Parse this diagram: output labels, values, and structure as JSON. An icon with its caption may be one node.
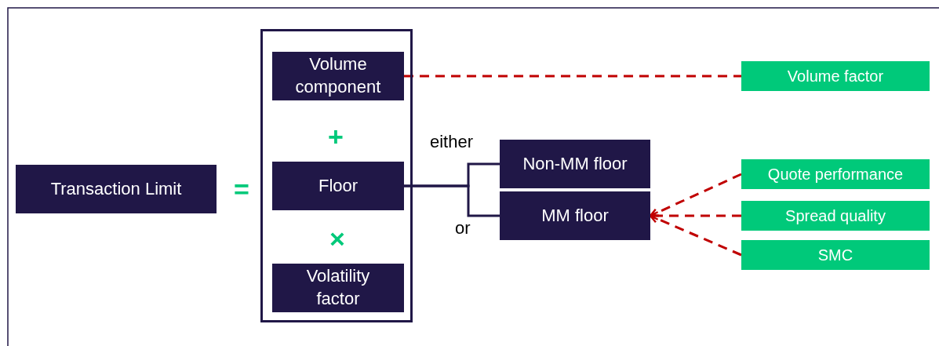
{
  "diagram": {
    "nodes": [
      {
        "text": [
          "Transaction Limit"
        ]
      },
      {
        "text": [],
        "shape": "box"
      },
      {
        "text": [
          "Volume component"
        ],
        "in": 1
      },
      {
        "text": [
          "Floor"
        ],
        "in": 1
      },
      {
        "text": [
          "Volatility factor"
        ],
        "in": 1
      },
      {
        "text": [
          "Non-MM floor"
        ]
      },
      {
        "text": [
          "MM floor"
        ]
      },
      {
        "text": [
          "Volume factor"
        ]
      },
      {
        "text": [
          "Quote performance"
        ]
      },
      {
        "text": [
          "Spread quality"
        ]
      },
      {
        "text": [
          "SMC"
        ]
      }
    ],
    "edges": [
      {
        "from": 2,
        "to": 7,
        "arrow": "none",
        "style": "dashed",
        "color": "#c00000"
      },
      {
        "from": 3,
        "to": 5,
        "arrow": "none",
        "label": "either",
        "color": "#201747"
      },
      {
        "from": 3,
        "to": 6,
        "arrow": "none",
        "label": "or",
        "color": "#201747"
      },
      {
        "from": 8,
        "to": 6,
        "arrow": "to",
        "style": "dashed",
        "color": "#c00000"
      },
      {
        "from": 9,
        "to": 6,
        "arrow": "to",
        "style": "dashed",
        "color": "#c00000"
      },
      {
        "from": 10,
        "to": 6,
        "arrow": "to",
        "style": "dashed",
        "color": "#c00000"
      }
    ],
    "labels": [
      "+",
      "=",
      "×"
    ]
  }
}
